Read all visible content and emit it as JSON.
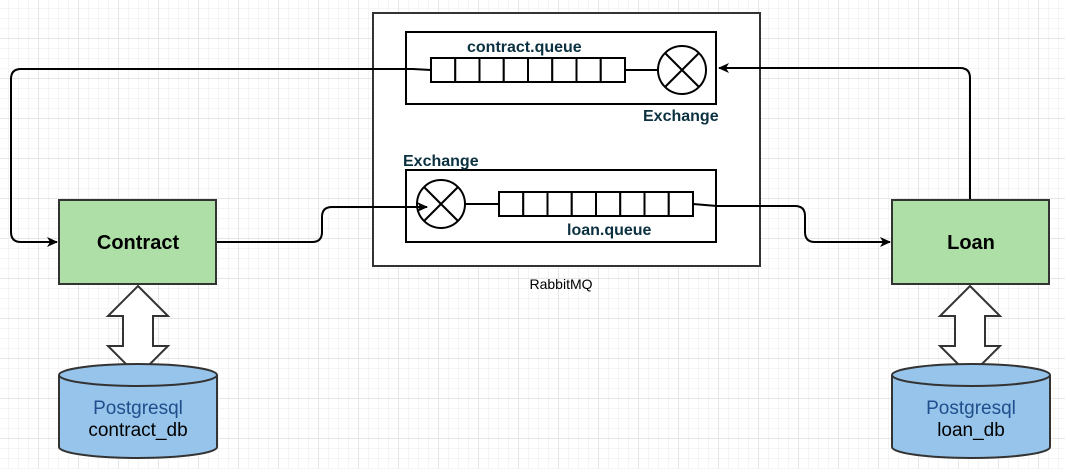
{
  "rabbitmq": {
    "label": "RabbitMQ",
    "top_queue": {
      "name": "contract.queue",
      "exchange_label": "Exchange",
      "slots": 8
    },
    "bottom_queue": {
      "name": "loan.queue",
      "exchange_label": "Exchange",
      "slots": 8
    }
  },
  "services": {
    "contract": {
      "label": "Contract"
    },
    "loan": {
      "label": "Loan"
    }
  },
  "databases": {
    "contract": {
      "engine": "Postgresql",
      "name": "contract_db"
    },
    "loan": {
      "engine": "Postgresql",
      "name": "loan_db"
    }
  },
  "colors": {
    "service_fill": "#aedfa6",
    "db_fill": "#97c4ea",
    "queue_text": "#0b3140",
    "db_engine_text": "#1f4e8c",
    "stroke": "#000000"
  }
}
